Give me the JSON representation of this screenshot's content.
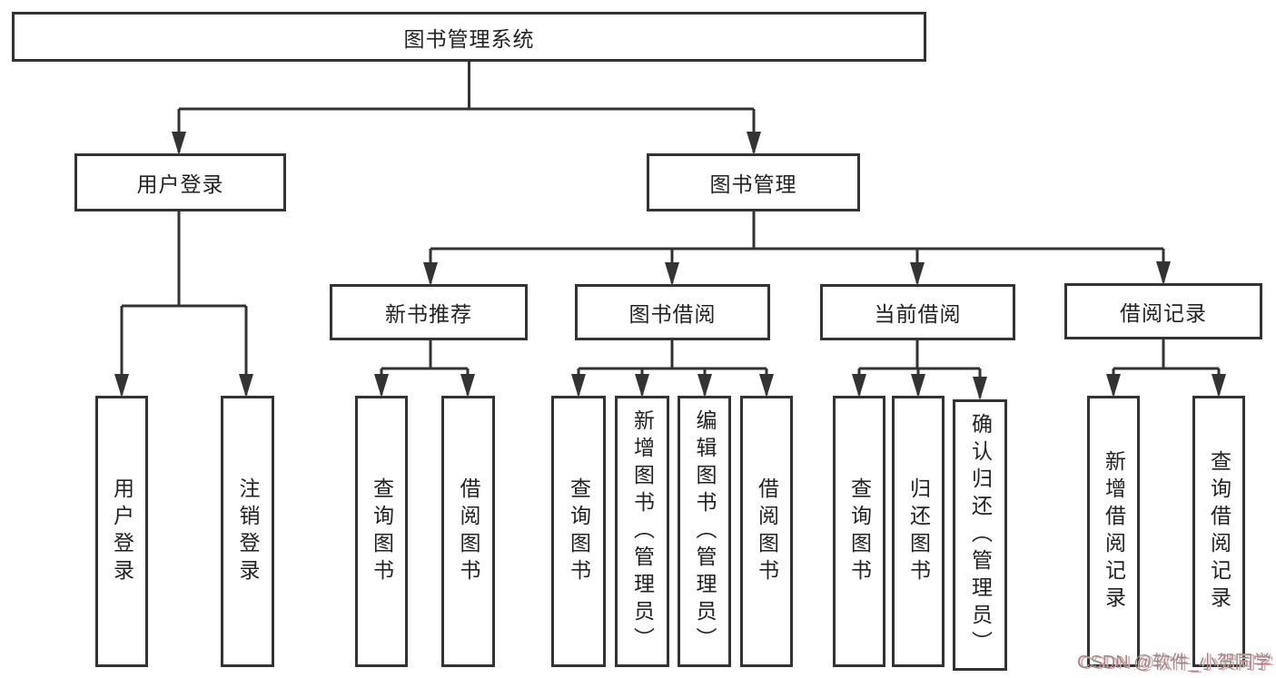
{
  "diagram": {
    "title": "图书管理系统",
    "branches": [
      {
        "label": "用户登录",
        "children": [
          {
            "label": "用户登录"
          },
          {
            "label": "注销登录"
          }
        ]
      },
      {
        "label": "图书管理",
        "children": [
          {
            "label": "新书推荐",
            "children": [
              {
                "label": "查询图书"
              },
              {
                "label": "借阅图书"
              }
            ]
          },
          {
            "label": "图书借阅",
            "children": [
              {
                "label": "查询图书"
              },
              {
                "label": "新增图书（管理员）"
              },
              {
                "label": "编辑图书（管理员）"
              },
              {
                "label": "借阅图书"
              }
            ]
          },
          {
            "label": "当前借阅",
            "children": [
              {
                "label": "查询图书"
              },
              {
                "label": "归还图书"
              },
              {
                "label": "确认归还（管理员）"
              }
            ]
          },
          {
            "label": "借阅记录",
            "children": [
              {
                "label": "新增借阅记录"
              },
              {
                "label": "查询借阅记录"
              }
            ]
          }
        ]
      }
    ]
  },
  "watermark": {
    "text": "CSDN @软件_小贺同学"
  },
  "colors": {
    "line": "#333333",
    "text": "#222222",
    "box_background": "#ffffff",
    "watermark_text": "#8f8f8f",
    "watermark_shadow": "#eda0a0"
  }
}
